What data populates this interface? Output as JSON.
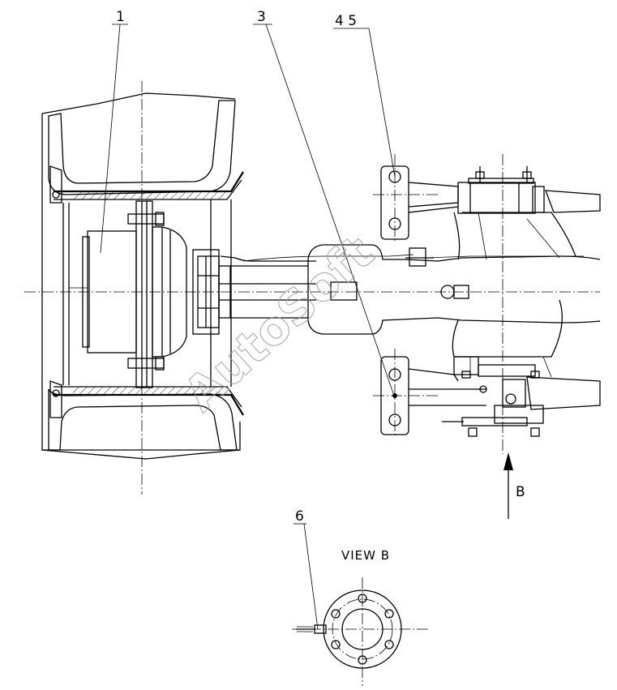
{
  "callouts": [
    {
      "id": "callout-1",
      "text": "1"
    },
    {
      "id": "callout-3",
      "text": "3"
    },
    {
      "id": "callout-45",
      "text": "4 5"
    },
    {
      "id": "callout-6",
      "text": "6"
    }
  ],
  "view_label": "VIEW B",
  "arrow_label": "B",
  "watermark": "AutoSoft"
}
